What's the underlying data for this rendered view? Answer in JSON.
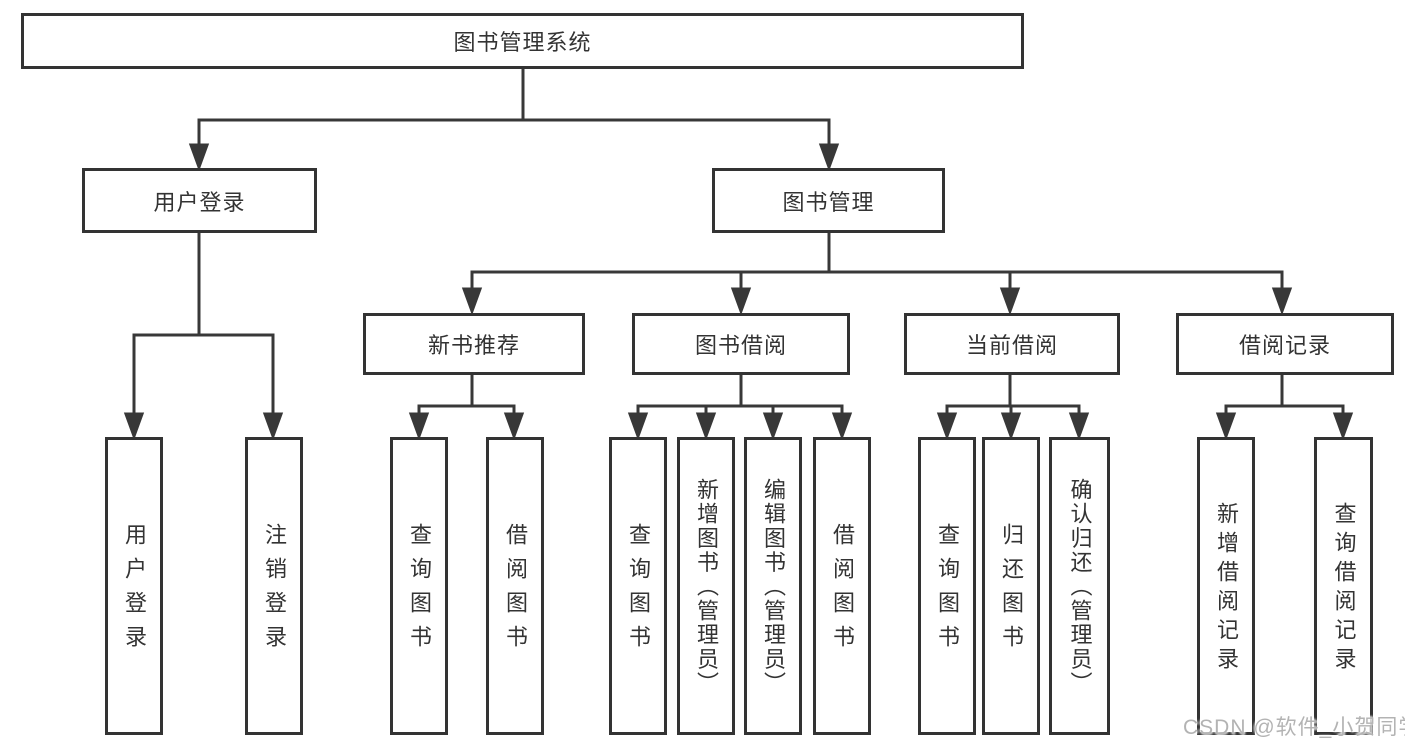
{
  "tree": {
    "root": "图书管理系统",
    "login": {
      "label": "用户登录",
      "children": [
        "用户登录",
        "注销登录"
      ]
    },
    "mgmt": {
      "label": "图书管理",
      "groups": [
        {
          "label": "新书推荐",
          "children": [
            "查询图书",
            "借阅图书"
          ]
        },
        {
          "label": "图书借阅",
          "children": [
            "查询图书",
            "新增图书（管理员）",
            "编辑图书（管理员）",
            "借阅图书"
          ]
        },
        {
          "label": "当前借阅",
          "children": [
            "查询图书",
            "归还图书",
            "确认归还（管理员）"
          ]
        },
        {
          "label": "借阅记录",
          "children": [
            "新增借阅记录",
            "查询借阅记录"
          ]
        }
      ]
    }
  },
  "watermark": "CSDN @软件_小贺同学",
  "colors": {
    "line": "#383838",
    "border": "#333333",
    "text": "#333333",
    "watermark": "#b3b3b3",
    "background": "#ffffff"
  }
}
